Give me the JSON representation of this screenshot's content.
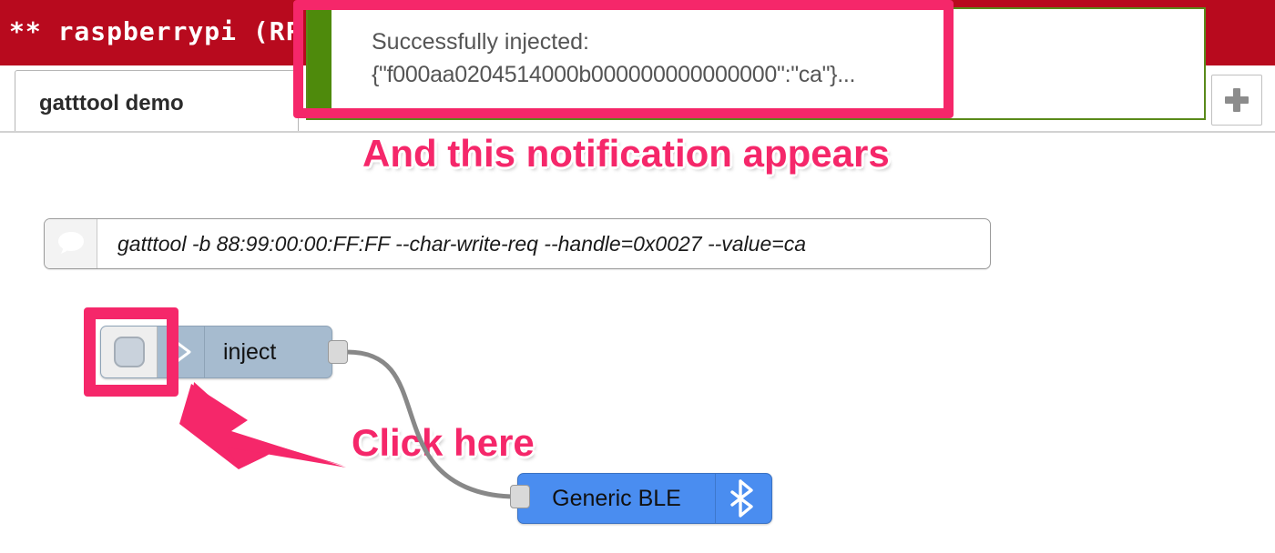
{
  "header": {
    "title": "** raspberrypi (RP"
  },
  "tabs": [
    {
      "label": "gatttool demo"
    }
  ],
  "add_tab": {
    "icon": "plus-icon"
  },
  "toast": {
    "line1": "Successfully injected:",
    "line2": "{\"f000aa0204514000b000000000000000\":\"ca\"}...",
    "accent_color": "#4e8a0c",
    "border_color": "#5a8a1a"
  },
  "annotations": {
    "notification": "And this notification appears",
    "click": "Click here",
    "color": "#f5276a"
  },
  "flow": {
    "comment_node": {
      "icon": "comment-icon",
      "text": "gatttool -b 88:99:00:00:FF:FF --char-write-req --handle=0x0027 --value=ca"
    },
    "inject_node": {
      "label": "inject",
      "button_icon": "inject-button-icon",
      "type_icon": "inject-arrow-icon",
      "color": "#a6bbcf",
      "output_port": "output-port"
    },
    "ble_node": {
      "label": "Generic BLE",
      "icon": "bluetooth-icon",
      "color": "#4a8df0",
      "input_port": "input-port"
    }
  }
}
